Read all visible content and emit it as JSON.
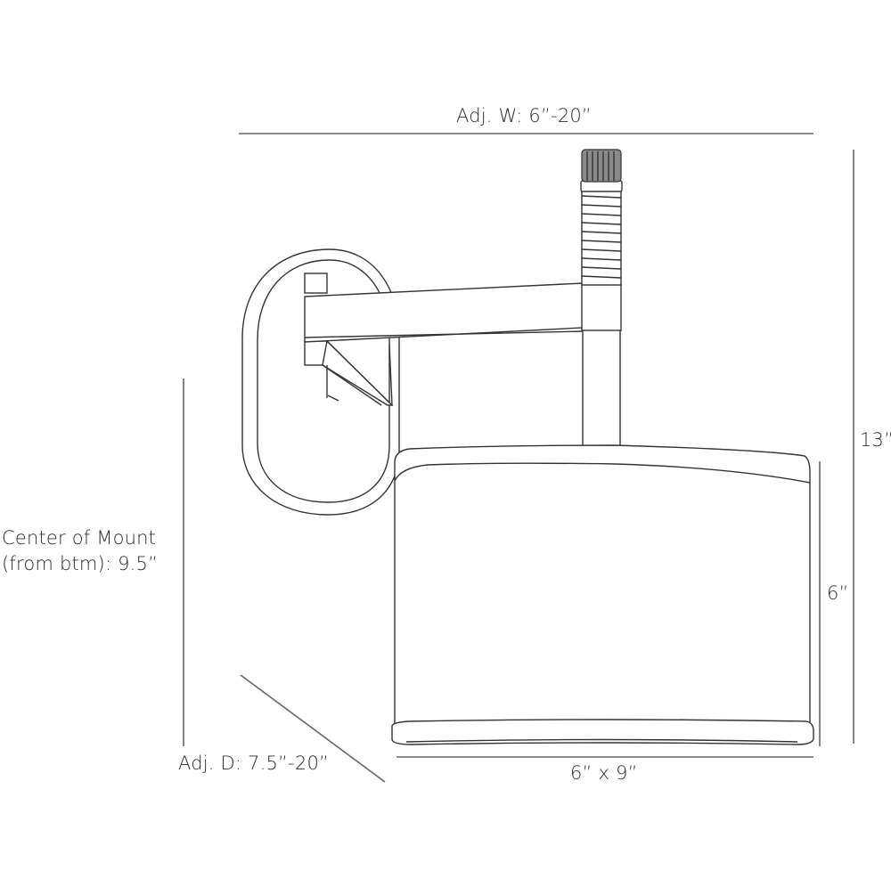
{
  "diagram": {
    "subject": "swing-arm wall sconce with drum shade",
    "dimensions": {
      "width": "Adj. W: 6”-20”",
      "height": "13”",
      "shade_height": "6”",
      "shade_size": "6” x 9”",
      "depth": "Adj. D: 7.5”-20”",
      "mount_center_line1": "Center of Mount",
      "mount_center_line2": "(from btm): 9.5”"
    },
    "colors": {
      "line": "#333333",
      "dimension_line": "#666666",
      "finial": "#8a8a8a",
      "background": "#ffffff"
    }
  }
}
